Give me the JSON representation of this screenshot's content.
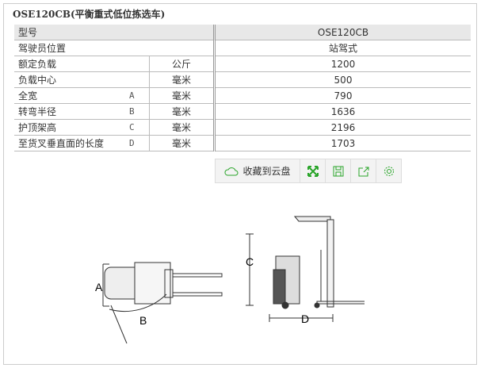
{
  "title": "OSE120CB(平衡重式低位拣选车)",
  "table": {
    "header": {
      "label": "型号",
      "value": "OSE120CB"
    },
    "operator": {
      "label": "驾驶员位置",
      "value": "站驾式"
    },
    "rows": [
      {
        "label": "额定负载",
        "letter": "",
        "unit": "公斤",
        "value": "1200"
      },
      {
        "label": "负载中心",
        "letter": "",
        "unit": "毫米",
        "value": "500"
      },
      {
        "label": "全宽",
        "letter": "A",
        "unit": "毫米",
        "value": "790"
      },
      {
        "label": "转弯半径",
        "letter": "B",
        "unit": "毫米",
        "value": "1636"
      },
      {
        "label": "护顶架高",
        "letter": "C",
        "unit": "毫米",
        "value": "2196"
      },
      {
        "label": "至货叉垂直面的长度",
        "letter": "D",
        "unit": "毫米",
        "value": "1703"
      }
    ]
  },
  "toolbar": {
    "save_cloud": "收藏到云盘",
    "accent": "#2aa52a"
  },
  "diagram": {
    "a": "A",
    "b": "B",
    "c": "C",
    "d": "D"
  }
}
